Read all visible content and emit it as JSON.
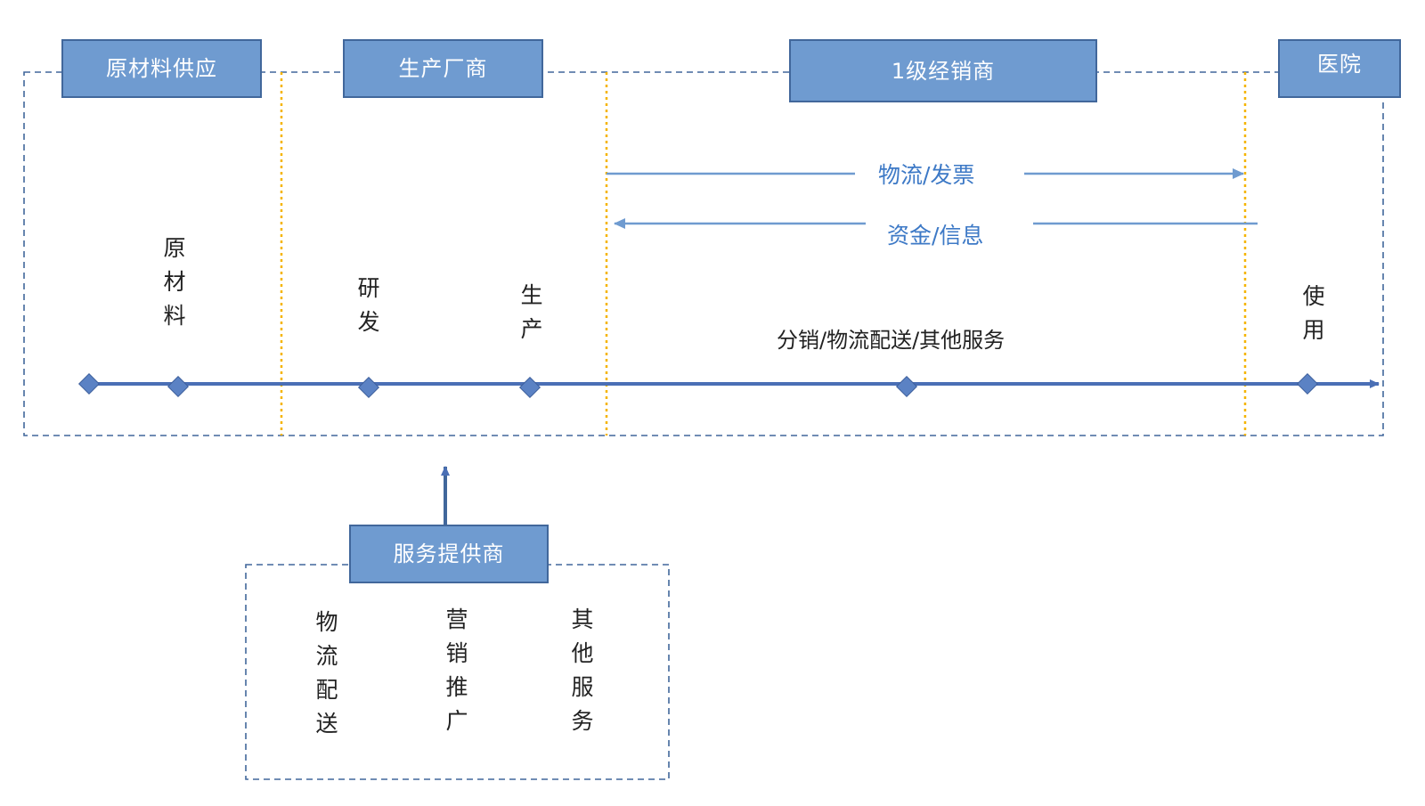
{
  "colors": {
    "box_fill": "#6f9bd0",
    "box_border": "#41679b",
    "dashed_border": "#41679b",
    "stage_divider": "#f5b400",
    "timeline": "#4a6fb5",
    "flow_text": "#3d79c6"
  },
  "stages": [
    {
      "label": "原材料供应"
    },
    {
      "label": "生产厂商"
    },
    {
      "label": "1级经销商"
    },
    {
      "label": "医院"
    }
  ],
  "flows": [
    {
      "label": "物流/发票",
      "direction": "right"
    },
    {
      "label": "资金/信息",
      "direction": "left"
    }
  ],
  "timeline_labels": {
    "raw_material": "原\n材\n料",
    "rnd": "研\n发",
    "production": "生\n产",
    "distribution": "分销/物流配送/其他服务",
    "usage": "使\n用"
  },
  "provider": {
    "title": "服务提供商",
    "services": [
      {
        "label": "物\n流\n配\n送"
      },
      {
        "label": "营\n销\n推\n广"
      },
      {
        "label": "其\n他\n服\n务"
      }
    ]
  }
}
